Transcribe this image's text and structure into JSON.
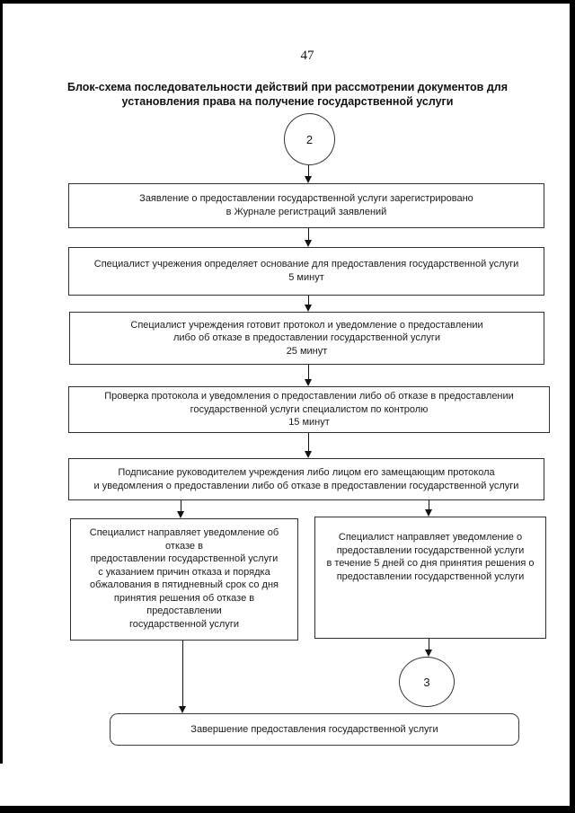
{
  "page": {
    "number": "47"
  },
  "title": "Блок-схема последовательности действий при рассмотрении документов для\nустановления права на получение государственной услуги",
  "diagram": {
    "start_connector_label": "2",
    "end_connector_label": "3",
    "nodes": {
      "registered": "Заявление о предоставлении государственной услуги зарегистрировано\nв Журнале регистраций заявлений",
      "determine_basis": "Специалист учрежения определяет основание для предоставления государственной услуги\n5 минут",
      "prepare_protocol": "Специалист учреждения готовит протокол и уведомление о предоставлении\nлибо об отказе в предоставлении государственной услуги\n25 минут",
      "control_check": "Проверка протокола и уведомления о предоставлении либо об отказе в предоставлении\nгосударственной услуги специалистом по контролю\n15 минут",
      "signing": "Подписание руководителем учреждения либо лицом его замещающим протокола\nи уведомления о предоставлении либо об отказе в предоставлении государственной услуги",
      "refusal_notice": "Специалист направляет уведомление об отказе в\nпредоставлении государственной услуги\nс указанием причин отказа и порядка\nобжалования в пятидневный срок со дня\nпринятия решения об отказе в предоставлении\nгосударственной услуги",
      "approval_notice": "Специалист направляет уведомление о\nпредоставлении государственной услуги\nв течение 5 дней со дня принятия решения о\nпредоставлении государственной услуги",
      "completion": "Завершение предоставления государственной услуги"
    }
  }
}
